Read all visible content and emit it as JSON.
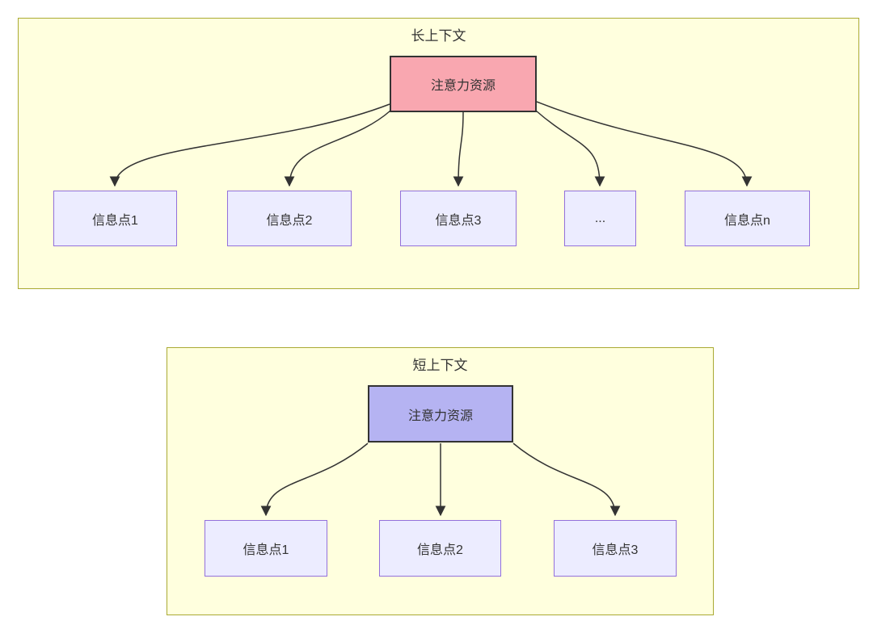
{
  "diagram": {
    "type": "flowchart",
    "long_context": {
      "title": "长上下文",
      "attention_label": "注意力资源",
      "nodes": [
        "信息点1",
        "信息点2",
        "信息点3",
        "...",
        "信息点n"
      ]
    },
    "short_context": {
      "title": "短上下文",
      "attention_label": "注意力资源",
      "nodes": [
        "信息点1",
        "信息点2",
        "信息点3"
      ]
    },
    "colors": {
      "cluster_fill": "#ffffde",
      "cluster_border": "#aaaa33",
      "node_fill": "#ececff",
      "node_border": "#9370db",
      "long_attention_fill": "#f9a7b0",
      "short_attention_fill": "#b5b3f2",
      "attention_border": "#333333",
      "edge_color": "#333333",
      "text_color": "#333333"
    }
  }
}
